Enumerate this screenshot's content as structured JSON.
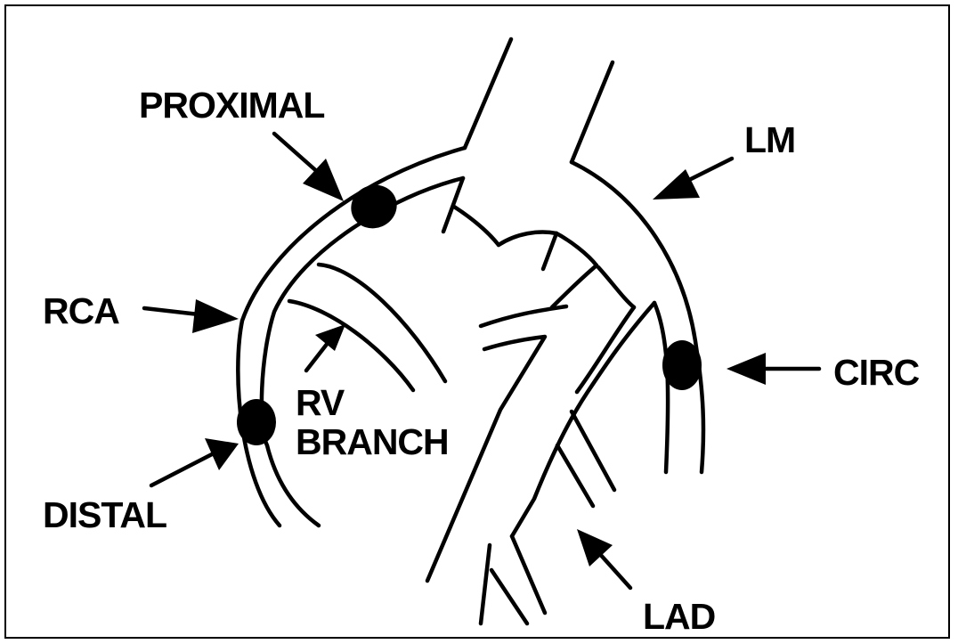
{
  "labels": {
    "proximal": "PROXIMAL",
    "lm": "LM",
    "rca": "RCA",
    "rv_line1": "RV",
    "rv_line2": "BRANCH",
    "circ": "CIRC",
    "distal": "DISTAL",
    "lad": "LAD"
  },
  "colors": {
    "ink": "#000000",
    "background": "#ffffff"
  }
}
